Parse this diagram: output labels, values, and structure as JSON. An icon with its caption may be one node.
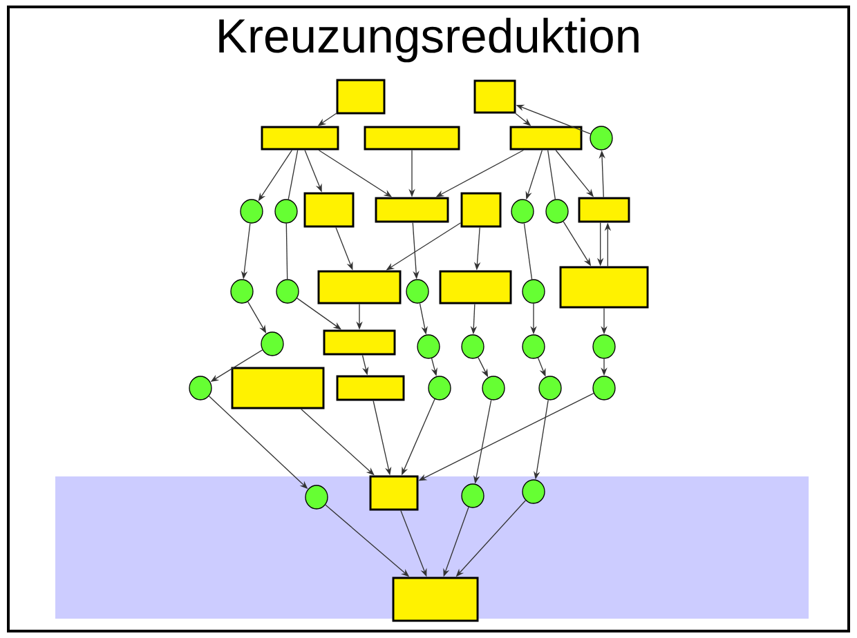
{
  "diagram": {
    "title": "Kreuzungsreduktion",
    "nodes": [
      {
        "text": [],
        "shape": "box"
      },
      {
        "text": [],
        "shape": "box"
      },
      {
        "text": [],
        "shape": "box"
      },
      {
        "text": [],
        "shape": "box"
      },
      {
        "text": [],
        "shape": "box"
      },
      {
        "text": [],
        "shape": "circle"
      },
      {
        "text": [],
        "shape": "circle"
      },
      {
        "text": [],
        "shape": "circle"
      },
      {
        "text": [],
        "shape": "box"
      },
      {
        "text": [],
        "shape": "box"
      },
      {
        "text": [],
        "shape": "box"
      },
      {
        "text": [],
        "shape": "circle"
      },
      {
        "text": [],
        "shape": "circle"
      },
      {
        "text": [],
        "shape": "box"
      },
      {
        "text": [],
        "shape": "circle"
      },
      {
        "text": [],
        "shape": "circle"
      },
      {
        "text": [],
        "shape": "box"
      },
      {
        "text": [],
        "shape": "circle"
      },
      {
        "text": [],
        "shape": "box"
      },
      {
        "text": [],
        "shape": "circle"
      },
      {
        "text": [],
        "shape": "box"
      },
      {
        "text": [],
        "shape": "circle"
      },
      {
        "text": [],
        "shape": "box"
      },
      {
        "text": [],
        "shape": "circle"
      },
      {
        "text": [],
        "shape": "circle"
      },
      {
        "text": [],
        "shape": "circle"
      },
      {
        "text": [],
        "shape": "circle"
      },
      {
        "text": [],
        "shape": "circle"
      },
      {
        "text": [],
        "shape": "box"
      },
      {
        "text": [],
        "shape": "box"
      },
      {
        "text": [],
        "shape": "circle"
      },
      {
        "text": [],
        "shape": "circle"
      },
      {
        "text": [],
        "shape": "circle"
      },
      {
        "text": [],
        "shape": "circle"
      },
      {
        "text": [],
        "shape": "circle"
      },
      {
        "text": [],
        "shape": "box"
      },
      {
        "text": [],
        "shape": "circle"
      },
      {
        "text": [],
        "shape": "circle"
      },
      {
        "text": [],
        "shape": "box"
      }
    ],
    "edges": [
      {
        "from": 0,
        "to": 2,
        "arrow": "to"
      },
      {
        "from": 1,
        "to": 4,
        "arrow": "to"
      },
      {
        "from": 5,
        "to": 1,
        "arrow": "to"
      },
      {
        "from": 2,
        "to": 6,
        "arrow": "to"
      },
      {
        "from": 2,
        "to": 7,
        "arrow": "none"
      },
      {
        "from": 2,
        "to": 8,
        "arrow": "to"
      },
      {
        "from": 2,
        "to": 9,
        "arrow": "to"
      },
      {
        "from": 3,
        "to": 9,
        "arrow": "to"
      },
      {
        "from": 4,
        "to": 9,
        "arrow": "to"
      },
      {
        "from": 4,
        "to": 11,
        "arrow": "to"
      },
      {
        "from": 4,
        "to": 12,
        "arrow": "none"
      },
      {
        "from": 4,
        "to": 13,
        "arrow": "to"
      },
      {
        "from": 13,
        "to": 5,
        "arrow": "to"
      },
      {
        "from": 13,
        "to": 20,
        "arrow": "to"
      },
      {
        "from": 20,
        "to": 13,
        "arrow": "to"
      },
      {
        "from": 6,
        "to": 14,
        "arrow": "to"
      },
      {
        "from": 7,
        "to": 15,
        "arrow": "none"
      },
      {
        "from": 8,
        "to": 16,
        "arrow": "to"
      },
      {
        "from": 10,
        "to": 16,
        "arrow": "to"
      },
      {
        "from": 9,
        "to": 17,
        "arrow": "to"
      },
      {
        "from": 10,
        "to": 18,
        "arrow": "to"
      },
      {
        "from": 11,
        "to": 19,
        "arrow": "none"
      },
      {
        "from": 12,
        "to": 20,
        "arrow": "to"
      },
      {
        "from": 14,
        "to": 21,
        "arrow": "to"
      },
      {
        "from": 15,
        "to": 22,
        "arrow": "to"
      },
      {
        "from": 16,
        "to": 22,
        "arrow": "to"
      },
      {
        "from": 17,
        "to": 23,
        "arrow": "to"
      },
      {
        "from": 18,
        "to": 24,
        "arrow": "to"
      },
      {
        "from": 19,
        "to": 25,
        "arrow": "to"
      },
      {
        "from": 20,
        "to": 26,
        "arrow": "to"
      },
      {
        "from": 21,
        "to": 27,
        "arrow": "to"
      },
      {
        "from": 22,
        "to": 29,
        "arrow": "to"
      },
      {
        "from": 23,
        "to": 30,
        "arrow": "to"
      },
      {
        "from": 24,
        "to": 31,
        "arrow": "to"
      },
      {
        "from": 25,
        "to": 32,
        "arrow": "to"
      },
      {
        "from": 26,
        "to": 33,
        "arrow": "to"
      },
      {
        "from": 27,
        "to": 34,
        "arrow": "to"
      },
      {
        "from": 28,
        "to": 35,
        "arrow": "to"
      },
      {
        "from": 29,
        "to": 35,
        "arrow": "to"
      },
      {
        "from": 30,
        "to": 35,
        "arrow": "to"
      },
      {
        "from": 31,
        "to": 36,
        "arrow": "to"
      },
      {
        "from": 32,
        "to": 37,
        "arrow": "to"
      },
      {
        "from": 33,
        "to": 35,
        "arrow": "to"
      },
      {
        "from": 34,
        "to": 38,
        "arrow": "to"
      },
      {
        "from": 35,
        "to": 38,
        "arrow": "to"
      },
      {
        "from": 36,
        "to": 38,
        "arrow": "to"
      },
      {
        "from": 37,
        "to": 38,
        "arrow": "to"
      }
    ]
  }
}
